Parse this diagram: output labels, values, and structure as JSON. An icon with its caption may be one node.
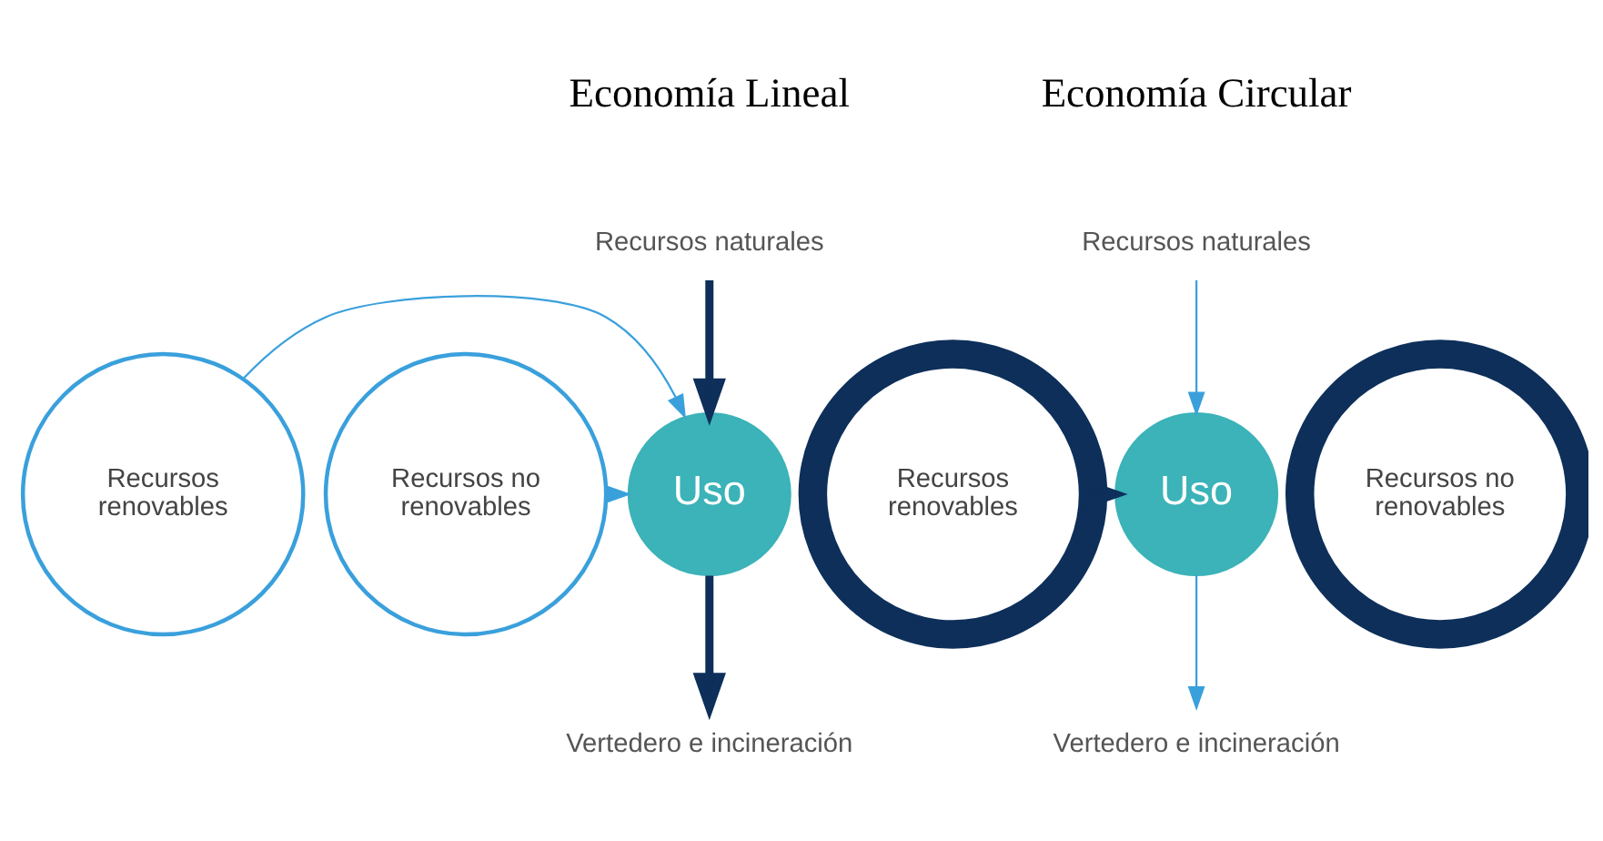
{
  "diagram": {
    "nodes": [
      {
        "text": [
          "Recursos naturales"
        ]
      },
      {
        "text": [
          "Recursos renovables"
        ]
      },
      {
        "text": [
          "Recursos no renovables"
        ]
      },
      {
        "text": [
          "Uso"
        ]
      },
      {
        "text": [
          "Vertedero e incineración"
        ]
      },
      {
        "text": [
          "Recursos naturales"
        ]
      },
      {
        "text": [
          "Recursos renovables"
        ]
      },
      {
        "text": [
          "Recursos no renovables"
        ]
      },
      {
        "text": [
          "Uso"
        ]
      },
      {
        "text": [
          "Vertedero e incineración"
        ]
      }
    ],
    "edges": [
      {
        "from": 0,
        "to": 3,
        "arrow": "to",
        "style": "thick",
        "color": "#0d2f5a"
      },
      {
        "from": 1,
        "to": 3,
        "arrow": "to",
        "color": "#3aa0dc"
      },
      {
        "from": 2,
        "to": 3,
        "arrow": "to",
        "color": "#3aa0dc"
      },
      {
        "from": 3,
        "to": 4,
        "arrow": "to",
        "style": "thick",
        "color": "#0d2f5a"
      },
      {
        "from": 5,
        "to": 8,
        "arrow": "to",
        "color": "#3aa0dc"
      },
      {
        "from": 6,
        "to": 8,
        "arrow": "to",
        "style": "thick",
        "color": "#0d2f5a"
      },
      {
        "from": 8,
        "to": 9,
        "arrow": "to",
        "color": "#3aa0dc"
      }
    ],
    "labels": [
      "Economía Lineal",
      "Economía Circular"
    ]
  }
}
